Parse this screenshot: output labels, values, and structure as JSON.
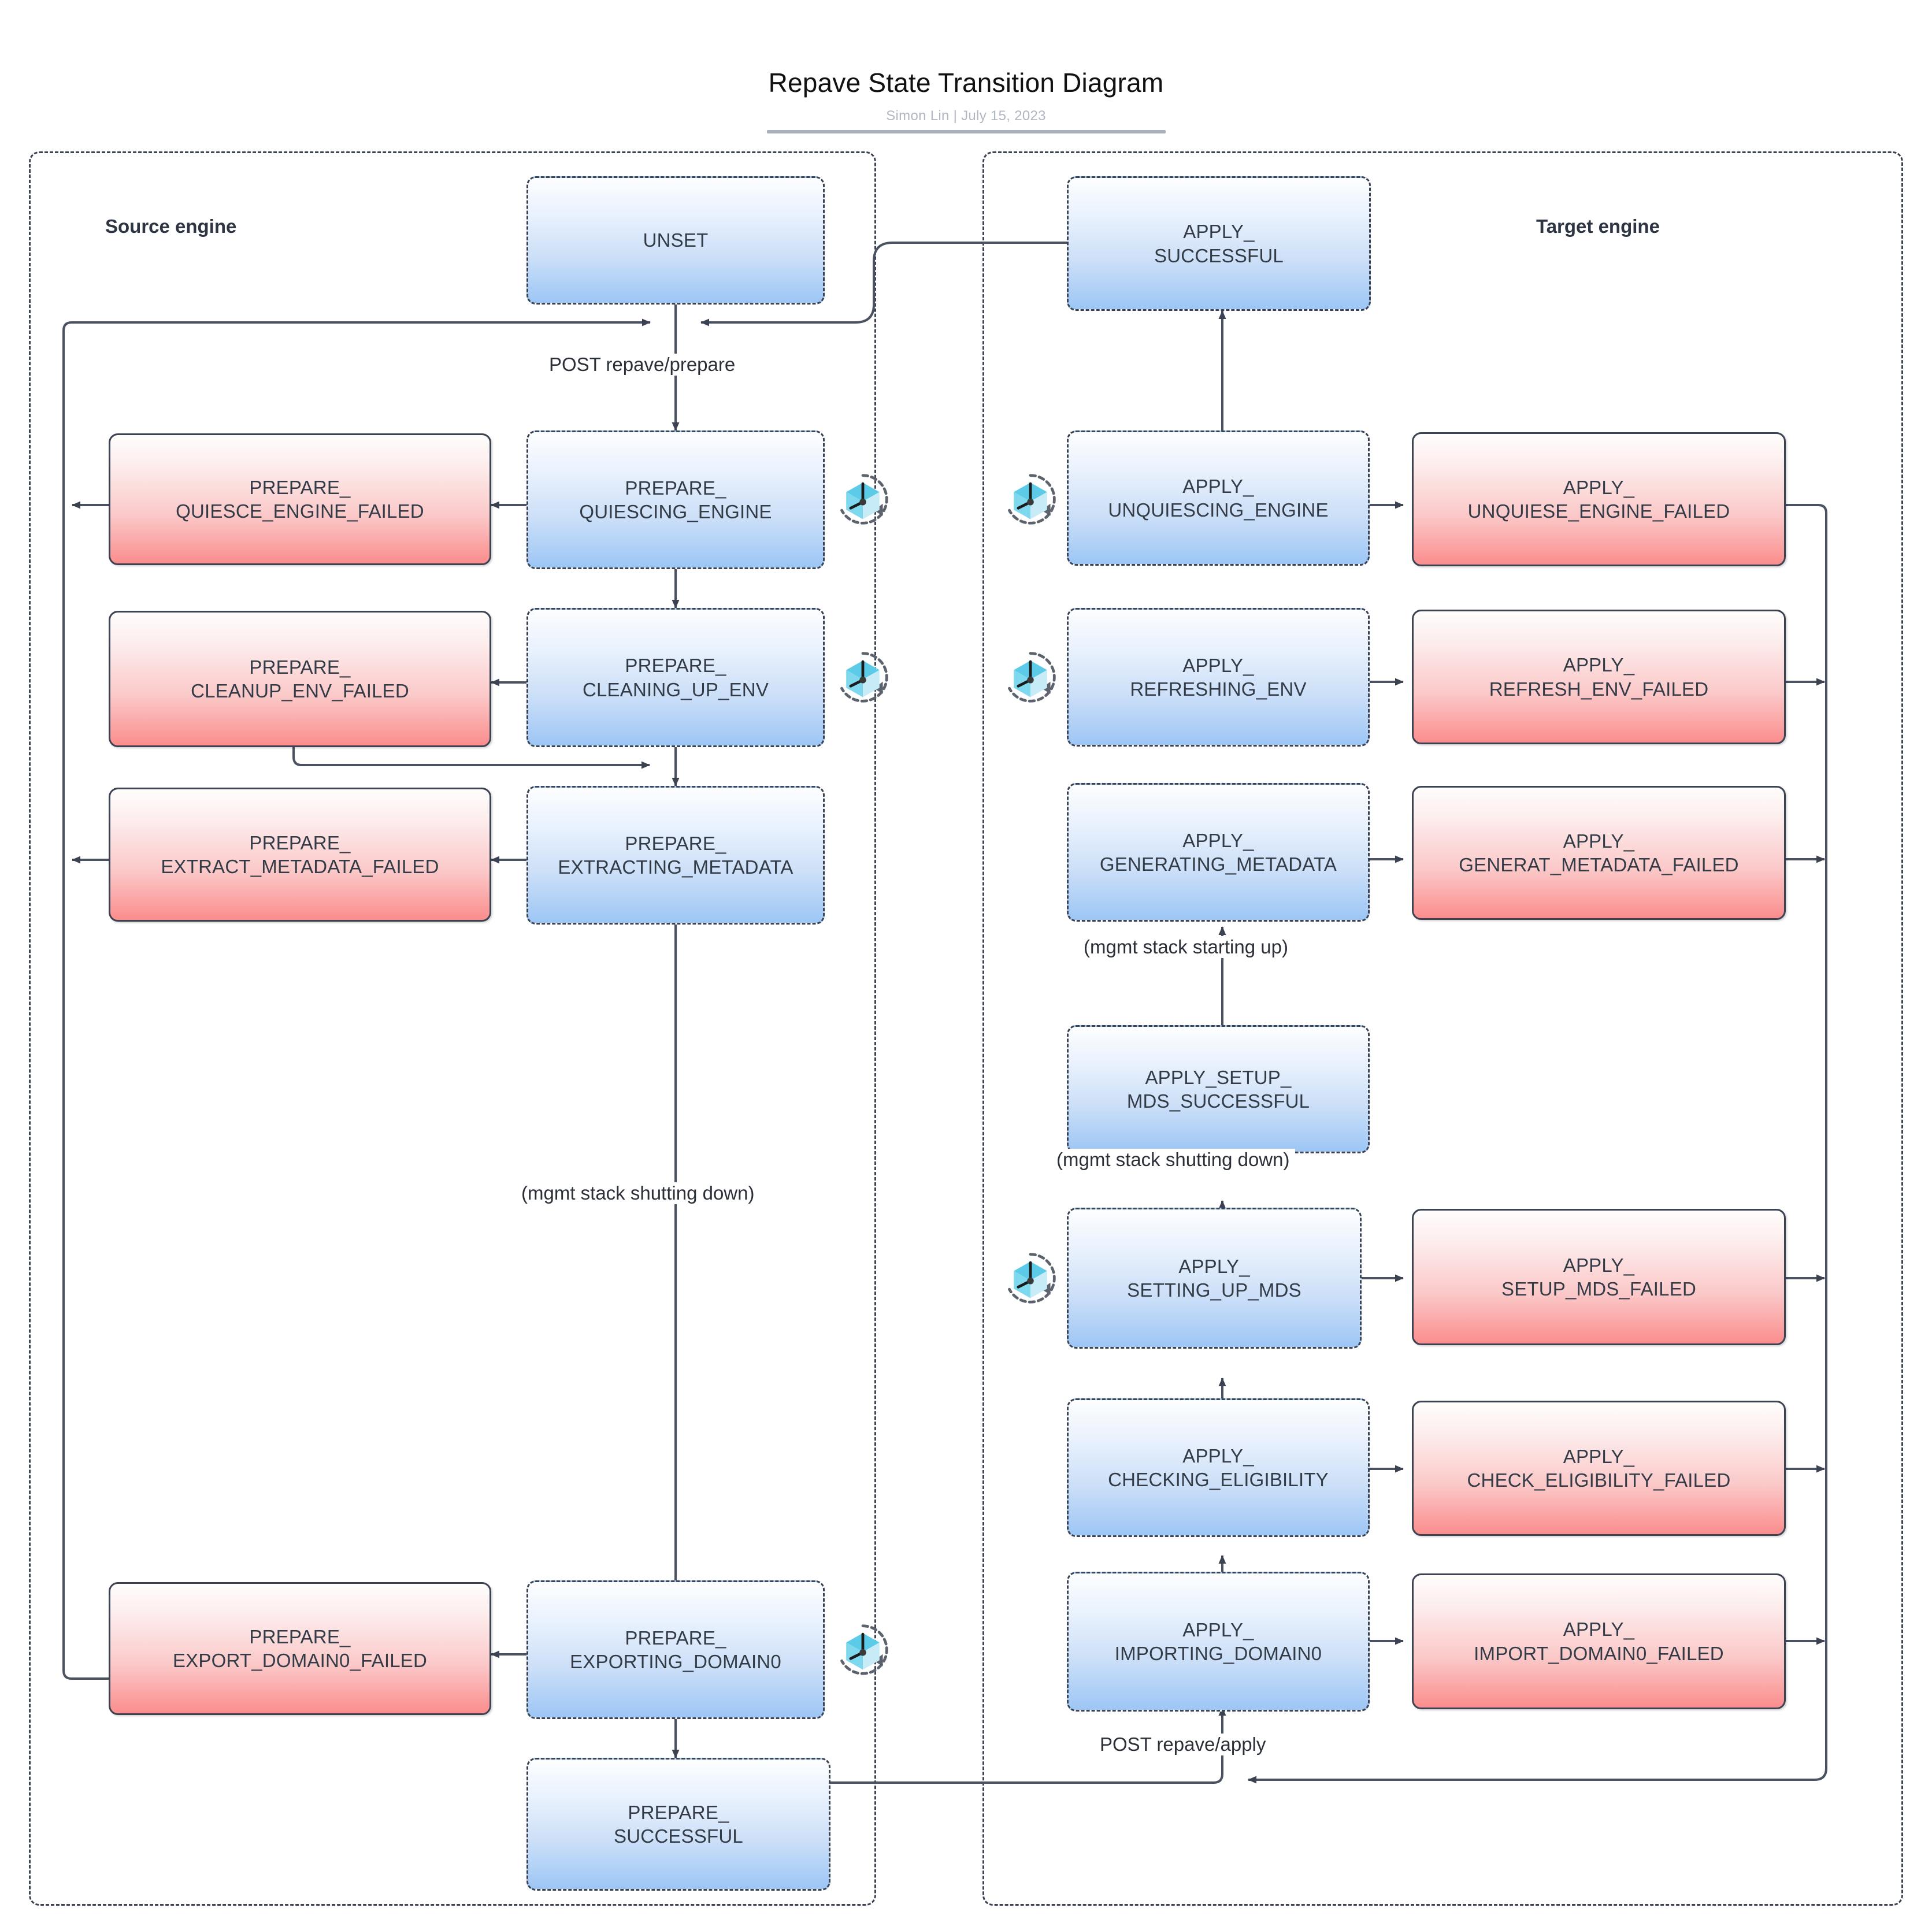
{
  "header": {
    "title": "Repave State Transition Diagram",
    "byline": "Simon Lin  |  July 15, 2023",
    "author": "Simon Lin",
    "date": "July 15, 2023"
  },
  "panels": {
    "source": {
      "title": "Source engine"
    },
    "target": {
      "title": "Target engine"
    }
  },
  "nodes": {
    "unset": {
      "label": "UNSET",
      "kind": "blue",
      "lane": "source"
    },
    "prepare_quiescing_engine": {
      "label": "PREPARE_\nQUIESCING_ENGINE",
      "kind": "blue",
      "lane": "source",
      "retry": true
    },
    "prepare_quiesce_engine_failed": {
      "label": "PREPARE_\nQUIESCE_ENGINE_FAILED",
      "kind": "red",
      "lane": "source"
    },
    "prepare_cleaning_up_env": {
      "label": "PREPARE_\nCLEANING_UP_ENV",
      "kind": "blue",
      "lane": "source",
      "retry": true
    },
    "prepare_cleanup_env_failed": {
      "label": "PREPARE_\nCLEANUP_ENV_FAILED",
      "kind": "red",
      "lane": "source"
    },
    "prepare_extracting_metadata": {
      "label": "PREPARE_\nEXTRACTING_METADATA",
      "kind": "blue",
      "lane": "source"
    },
    "prepare_extract_metadata_failed": {
      "label": "PREPARE_\nEXTRACT_METADATA_FAILED",
      "kind": "red",
      "lane": "source"
    },
    "prepare_exporting_domain0": {
      "label": "PREPARE_\nEXPORTING_DOMAIN0",
      "kind": "blue",
      "lane": "source",
      "retry": true
    },
    "prepare_export_domain0_failed": {
      "label": "PREPARE_\nEXPORT_DOMAIN0_FAILED",
      "kind": "red",
      "lane": "source"
    },
    "prepare_successful": {
      "label": "PREPARE_\nSUCCESSFUL",
      "kind": "blue",
      "lane": "source"
    },
    "apply_successful": {
      "label": "APPLY_\nSUCCESSFUL",
      "kind": "blue",
      "lane": "target"
    },
    "apply_unquiescing_engine": {
      "label": "APPLY_\nUNQUIESCING_ENGINE",
      "kind": "blue",
      "lane": "target",
      "retry": true
    },
    "apply_unquiese_engine_failed": {
      "label": "APPLY_\nUNQUIESE_ENGINE_FAILED",
      "kind": "red",
      "lane": "target"
    },
    "apply_refreshing_env": {
      "label": "APPLY_\nREFRESHING_ENV",
      "kind": "blue",
      "lane": "target",
      "retry": true
    },
    "apply_refresh_env_failed": {
      "label": "APPLY_\nREFRESH_ENV_FAILED",
      "kind": "red",
      "lane": "target"
    },
    "apply_generating_metadata": {
      "label": "APPLY_\nGENERATING_METADATA",
      "kind": "blue",
      "lane": "target"
    },
    "apply_generat_metadata_failed": {
      "label": "APPLY_\nGENERAT_METADATA_FAILED",
      "kind": "red",
      "lane": "target"
    },
    "apply_setup_mds_successful": {
      "label": "APPLY_SETUP_\nMDS_SUCCESSFUL",
      "kind": "blue",
      "lane": "target"
    },
    "apply_setting_up_mds": {
      "label": "APPLY_\nSETTING_UP_MDS",
      "kind": "blue",
      "lane": "target",
      "retry": true
    },
    "apply_setup_mds_failed": {
      "label": "APPLY_\nSETUP_MDS_FAILED",
      "kind": "red",
      "lane": "target"
    },
    "apply_checking_eligibility": {
      "label": "APPLY_\nCHECKING_ELIGIBILITY",
      "kind": "blue",
      "lane": "target"
    },
    "apply_check_eligibility_failed": {
      "label": "APPLY_\nCHECK_ELIGIBILITY_FAILED",
      "kind": "red",
      "lane": "target"
    },
    "apply_importing_domain0": {
      "label": "APPLY_\nIMPORTING_DOMAIN0",
      "kind": "blue",
      "lane": "target"
    },
    "apply_import_domain0_failed": {
      "label": "APPLY_\nIMPORT_DOMAIN0_FAILED",
      "kind": "red",
      "lane": "target"
    }
  },
  "edge_labels": {
    "post_repave_prepare": "POST repave/prepare",
    "post_repave_apply": "POST repave/apply",
    "mgmt_shutting_down_source": "(mgmt stack shutting down)",
    "mgmt_starting_up_target": "(mgmt stack starting up)",
    "mgmt_shutting_down_target": "(mgmt stack shutting down)"
  },
  "icons": {
    "retry_timer": "retry-timer-cube-icon"
  },
  "colors": {
    "node_blue_top": "#fdfeff",
    "node_blue_bottom": "#9dc6f5",
    "node_red_top": "#fffdfd",
    "node_red_bottom": "#fb8d8d",
    "border": "#3b4352",
    "wire": "#4a5261",
    "byline": "#b0b7c2",
    "icon_cube": "#45c8e8"
  }
}
